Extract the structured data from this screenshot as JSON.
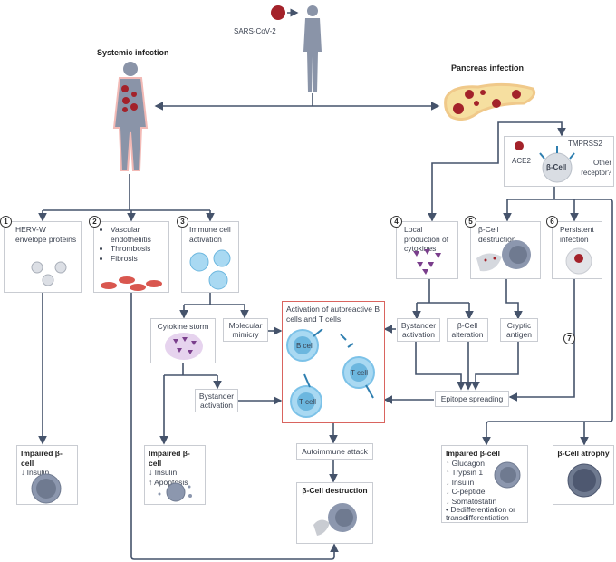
{
  "top": {
    "virus_label": "SARS-CoV-2",
    "systemic_title": "Systemic infection",
    "pancreas_title": "Pancreas infection"
  },
  "receptor_box": {
    "ace2": "ACE2",
    "tmprss2": "TMPRSS2",
    "cell": "β-Cell",
    "other": "Other receptor?"
  },
  "systemic": {
    "box1": {
      "num": "1",
      "text": "HERV-W envelope proteins"
    },
    "box2": {
      "num": "2",
      "items": [
        "Vascular endotheliitis",
        "Thrombosis",
        "Fibrosis"
      ]
    },
    "box3": {
      "num": "3",
      "text": "Immune cell activation"
    },
    "cytokine_storm": "Cytokine storm",
    "molecular_mimicry": "Molecular mimicry",
    "bystander": "Bystander activation",
    "impaired1": {
      "title": "Impaired β-cell",
      "lines": [
        "↓ Insulin"
      ]
    },
    "impaired2": {
      "title": "Impaired β-cell",
      "lines": [
        "↓ Insulin",
        "↑ Apoptosis"
      ]
    }
  },
  "center": {
    "activation_title": "Activation of autoreactive B cells and T cells",
    "b_cell": "B cell",
    "t_cell_1": "T cell",
    "t_cell_2": "T cell",
    "autoimmune_attack": "Autoimmune attack",
    "destruction_title": "β-Cell destruction"
  },
  "pancreas": {
    "box4": {
      "num": "4",
      "text": "Local production of cytokines"
    },
    "box5": {
      "num": "5",
      "text": "β-Cell destruction"
    },
    "box6": {
      "num": "6",
      "text": "Persistent infection"
    },
    "num7": "7",
    "bystander": "Bystander activation",
    "alteration": "β-Cell alteration",
    "cryptic": "Cryptic antigen",
    "epitope": "Epitope spreading",
    "impaired": {
      "title": "Impaired β-cell",
      "lines": [
        "↑ Glucagon",
        "↑ Trypsin 1",
        "↓ Insulin",
        "↓ C-peptide",
        "↓ Somatostatin",
        "• Dedifferentiation or transdifferentiation"
      ]
    },
    "atrophy": "β-Cell atrophy"
  },
  "colors": {
    "virus": "#a3222a",
    "line": "#45536b",
    "red_border": "#d9645f",
    "cell_blue": "#7cc2e8",
    "cell_grey": "#6f7a90",
    "cytokine": "#7a3e8c"
  }
}
